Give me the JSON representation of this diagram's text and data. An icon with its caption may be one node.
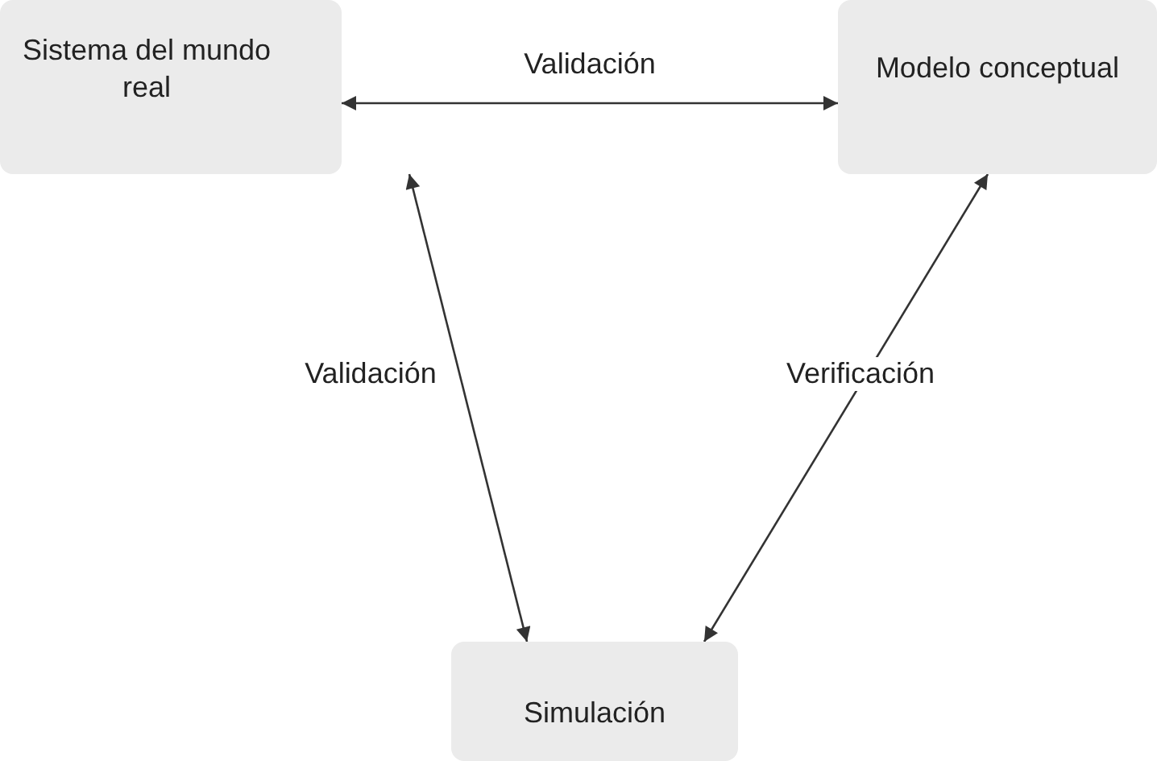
{
  "diagram": {
    "nodes": [
      {
        "text": [
          "Sistema del mundo real"
        ]
      },
      {
        "text": [
          "Modelo conceptual"
        ]
      },
      {
        "text": [
          "Simulación"
        ]
      }
    ],
    "edges": [
      {
        "from": 0,
        "to": 1,
        "arrow": "both",
        "label": "Validación"
      },
      {
        "from": 0,
        "to": 2,
        "arrow": "both",
        "label": "Validación"
      },
      {
        "from": 1,
        "to": 2,
        "arrow": "both",
        "label": "Verificación"
      }
    ]
  }
}
